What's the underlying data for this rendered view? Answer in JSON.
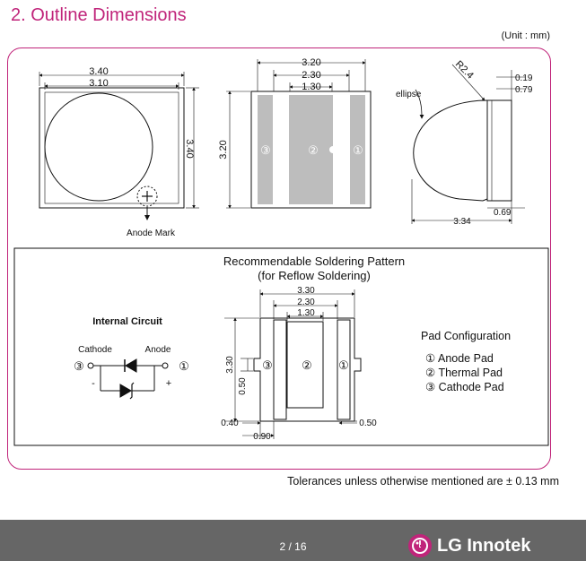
{
  "header": {
    "title": "2. Outline Dimensions",
    "unit": "(Unit : mm)"
  },
  "top_view": {
    "width_outer": "3.40",
    "width_inner": "3.10",
    "height": "3.40",
    "anode_mark_label": "Anode Mark"
  },
  "bottom_view": {
    "width_outer": "3.20",
    "width_mid": "2.30",
    "width_inner": "1.30",
    "height": "3.20",
    "pad_left": "③",
    "pad_center": "②",
    "pad_right": "①"
  },
  "side_view": {
    "ellipse_label": "ellipse",
    "radius": "R2.4",
    "dim_top1": "0.19",
    "dim_top2": "0.79",
    "dim_right": "0.69",
    "dim_width": "3.34"
  },
  "soldering": {
    "title_line1": "Recommendable Soldering Pattern",
    "title_line2": "(for Reflow Soldering)",
    "dim_outer": "3.30",
    "dim_mid": "2.30",
    "dim_inner": "1.30",
    "dim_height": "3.30",
    "dim_pad_h": "0.50",
    "dim_040": "0.40",
    "dim_090": "0.90",
    "dim_050": "0.50",
    "pad_left": "③",
    "pad_center": "②",
    "pad_right": "①"
  },
  "circuit": {
    "title": "Internal Circuit",
    "cathode_label": "Cathode",
    "anode_label": "Anode",
    "left_num": "③",
    "right_num": "①",
    "minus": "-",
    "plus": "+"
  },
  "pad_config": {
    "title": "Pad Configuration",
    "items": [
      "① Anode Pad",
      "② Thermal Pad",
      "③ Cathode Pad"
    ]
  },
  "footer": {
    "tolerance": "Tolerances unless otherwise mentioned are ± 0.13 mm",
    "page": "2 / 16",
    "brand": "LG Innotek"
  }
}
